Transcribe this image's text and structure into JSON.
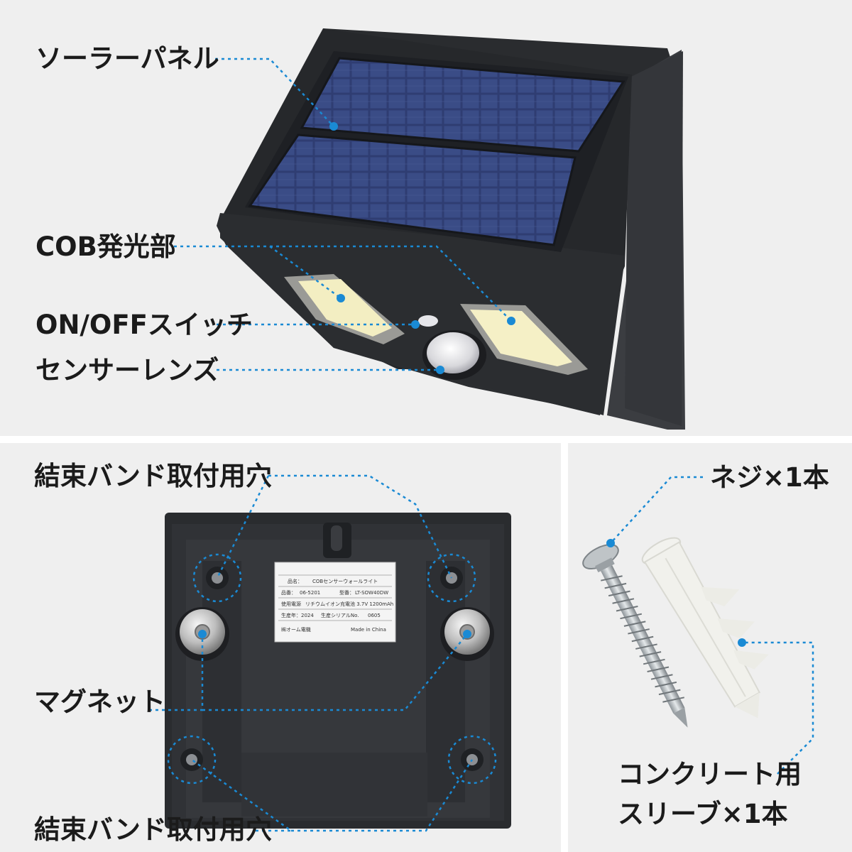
{
  "callouts": {
    "solar_panel": "ソーラーパネル",
    "cob_light": "COB発光部",
    "onoff_switch": "ON/OFFスイッチ",
    "sensor_lens": "センサーレンズ",
    "strap_hole_top": "結束バンド取付用穴",
    "magnet": "マグネット",
    "strap_hole_bottom": "結束バンド取付用穴",
    "screw": "ネジ×1本",
    "sleeve_line1": "コンクリート用",
    "sleeve_line2": "スリーブ×1本"
  },
  "spec_label": {
    "row1_label": "品名：",
    "row1_value": "COBセンサーウォールライト",
    "row2a_label": "品番：",
    "row2a_value": "06-5201",
    "row2b_label": "型番：",
    "row2b_value": "LT-SOW40DW",
    "row3_label": "使用電源",
    "row3_value": "リチウムイオン充電池 3.7V 1200mAh",
    "row4a_label": "生産年：",
    "row4a_value": "2024",
    "row4b_label": "生産シリアルNo.",
    "row4b_value": "0605",
    "maker": "㈱オーム電機",
    "origin": "Made in China"
  },
  "colors": {
    "panel_bg": "#efefef",
    "callout_line": "#1a8ad4",
    "housing": "#2b2d30",
    "solar_cell": "#2e3c6e"
  }
}
